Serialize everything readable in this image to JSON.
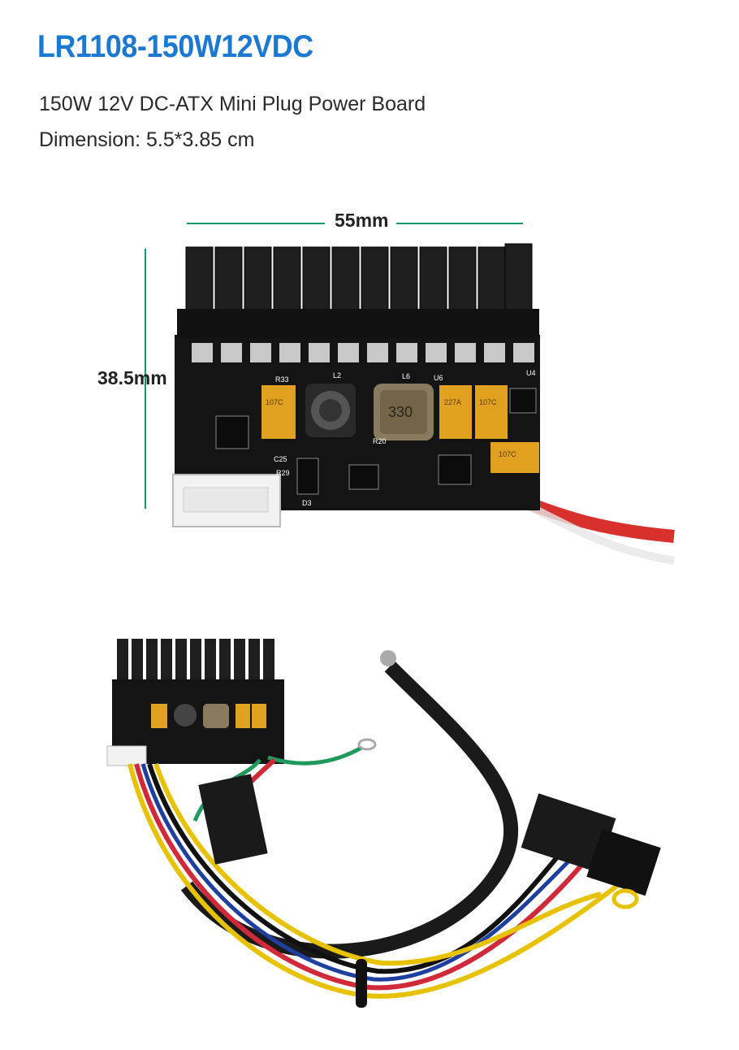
{
  "product": {
    "model": "LR1108-150W12VDC",
    "description": "150W 12V DC-ATX  Mini Plug Power Board",
    "dimension": "Dimension: 5.5*3.85 cm"
  },
  "diagram": {
    "width_label": "55mm",
    "height_label": "38.5mm",
    "component_labels": {
      "l2": "L2",
      "l6": "L6",
      "inductor_l6": "330",
      "cap_left": "107C",
      "cap_mid": "227A",
      "cap_right": "107C",
      "cap_bottom": "107C",
      "r33": "R33",
      "r20": "R20",
      "c25": "C25",
      "r29": "R29",
      "d3": "D3",
      "u4": "U4",
      "u6": "U6"
    }
  },
  "colors": {
    "title": "#1c78d0",
    "dimension_line": "#159a6e",
    "pcb": "#141414",
    "connector": "#1a1a1a",
    "capacitor": "#e0a020"
  }
}
